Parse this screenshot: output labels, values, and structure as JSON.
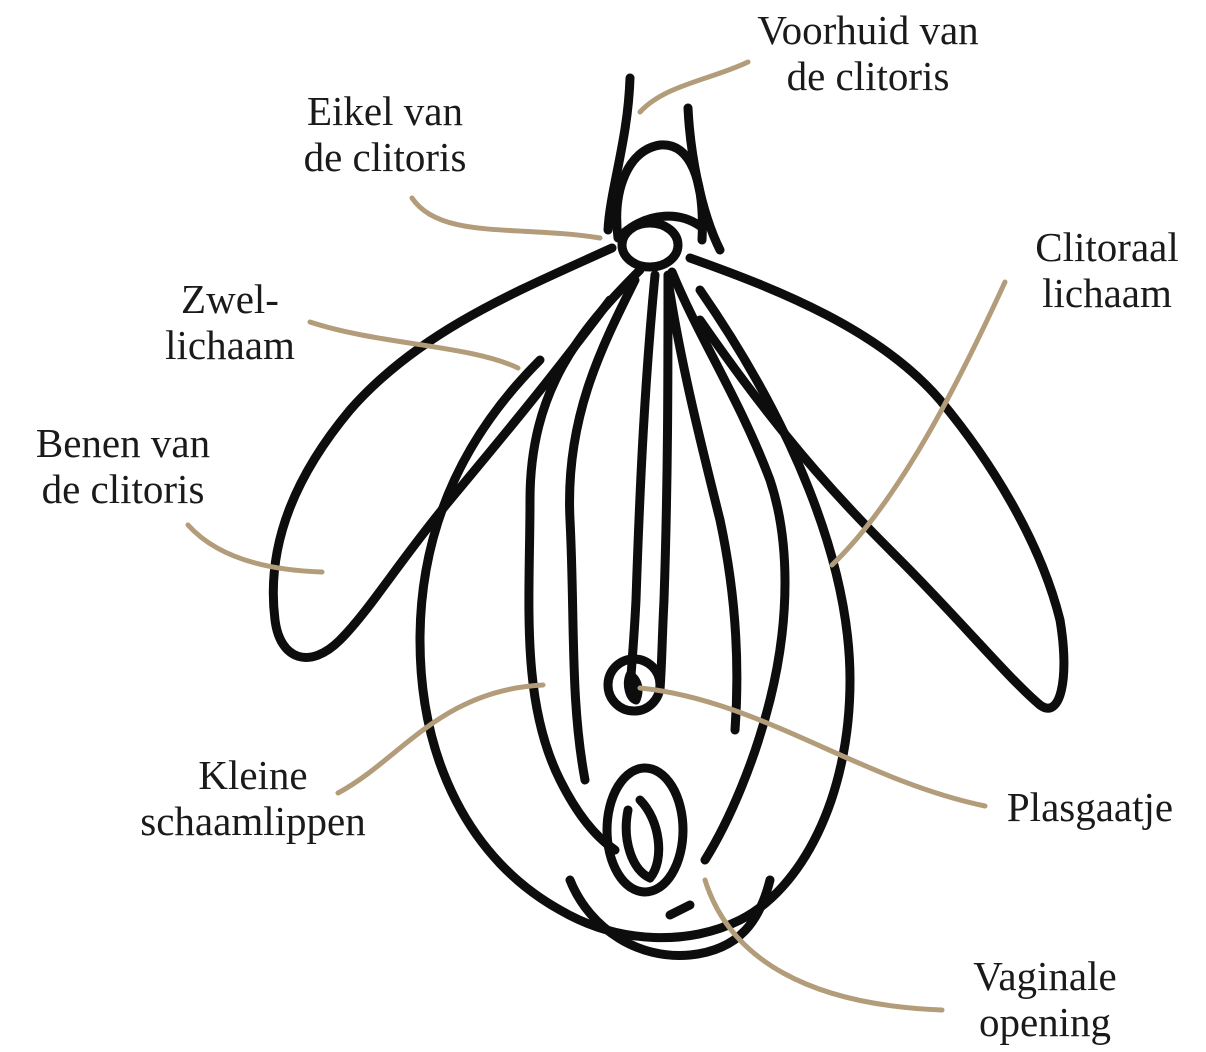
{
  "labels": {
    "prepuce": [
      "Voorhuid van",
      "de clitoris"
    ],
    "glans": [
      "Eikel van",
      "de clitoris"
    ],
    "clitoral_body": [
      "Clitoraal",
      "lichaam"
    ],
    "bulb": [
      "Zwel-",
      "lichaam"
    ],
    "crura": [
      "Benen van",
      "de clitoris"
    ],
    "labia_minora": [
      "Kleine",
      "schaamlippen"
    ],
    "urethra": [
      "Plasgaatje"
    ],
    "vaginal_opening": [
      "Vaginale",
      "opening"
    ]
  },
  "colors": {
    "outline": "#0d0d0d",
    "leader": "#b39c7a",
    "text": "#1a1a1a"
  }
}
